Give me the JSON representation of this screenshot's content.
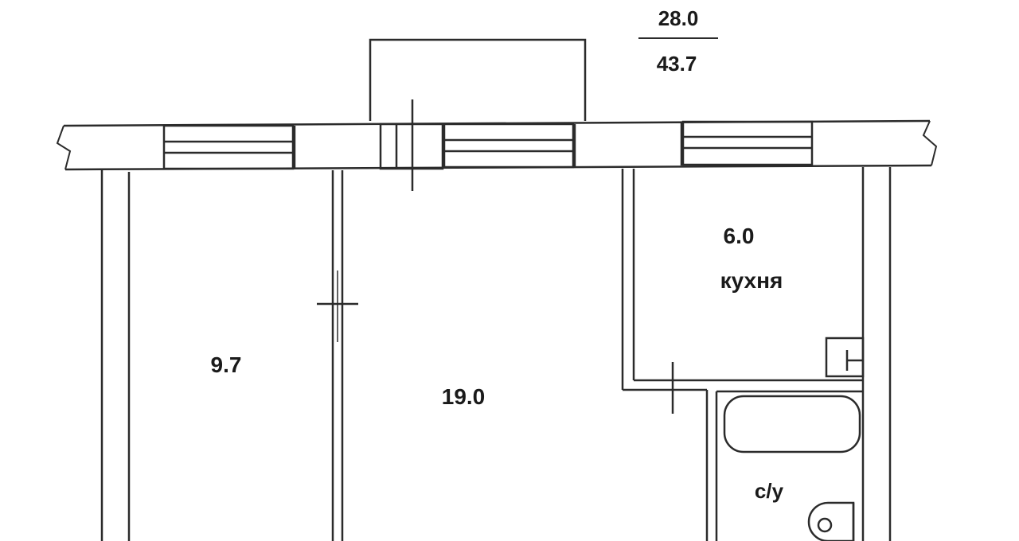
{
  "summary": {
    "living_area": "28.0",
    "total_area": "43.7"
  },
  "rooms": [
    {
      "id": "room-small",
      "area": "9.7"
    },
    {
      "id": "room-large",
      "area": "19.0"
    },
    {
      "id": "kitchen",
      "area": "6.0",
      "label": "кухня"
    },
    {
      "id": "bathroom",
      "label": "с/у"
    }
  ],
  "colors": {
    "line": "#2b2b2b",
    "background": "#ffffff",
    "text": "#1a1a1a"
  }
}
